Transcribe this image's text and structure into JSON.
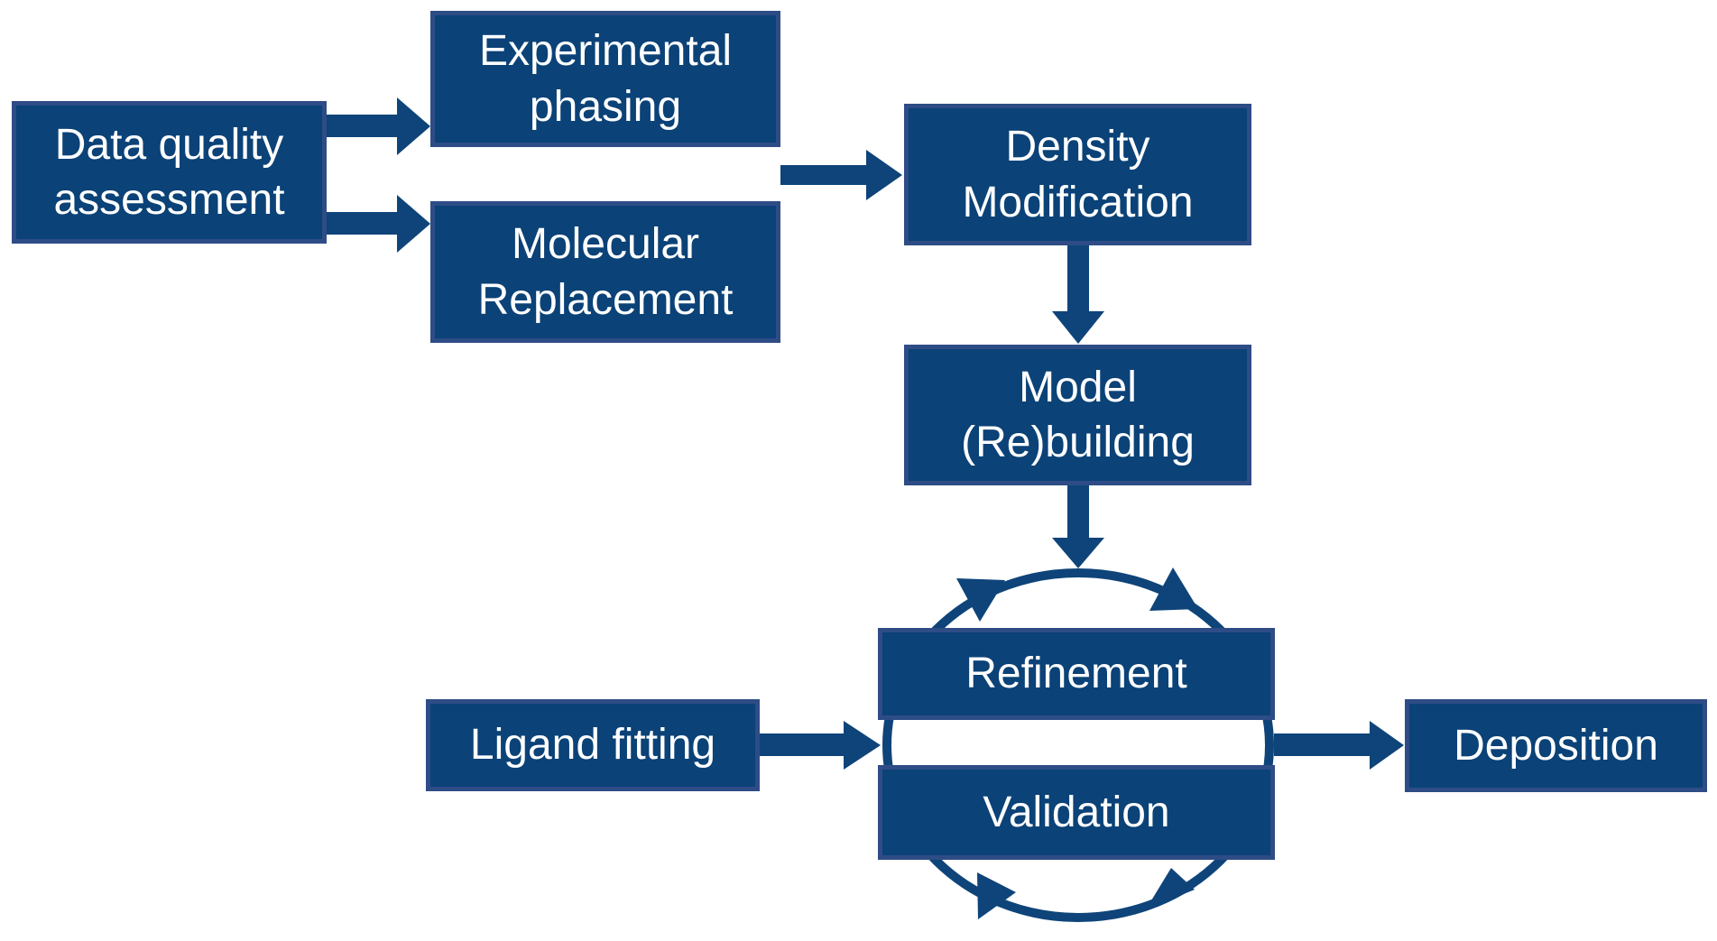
{
  "diagram": {
    "description": "Crystallography structure solution workflow flowchart",
    "nodes": {
      "data_quality": {
        "label": "Data quality\nassessment"
      },
      "experimental_phasing": {
        "label": "Experimental\nphasing"
      },
      "molecular_replacement": {
        "label": "Molecular\nReplacement"
      },
      "density_modification": {
        "label": "Density\nModification"
      },
      "model_rebuilding": {
        "label": "Model\n(Re)building"
      },
      "refinement": {
        "label": "Refinement"
      },
      "validation": {
        "label": "Validation"
      },
      "ligand_fitting": {
        "label": "Ligand fitting"
      },
      "deposition": {
        "label": "Deposition"
      }
    },
    "edges": [
      {
        "from": "data_quality",
        "to": "experimental_phasing",
        "style": "block-arrow"
      },
      {
        "from": "data_quality",
        "to": "molecular_replacement",
        "style": "block-arrow"
      },
      {
        "from": "experimental_phasing / molecular_replacement",
        "to": "density_modification",
        "style": "block-arrow"
      },
      {
        "from": "density_modification",
        "to": "model_rebuilding",
        "style": "block-arrow"
      },
      {
        "from": "model_rebuilding",
        "to": "refinement_validation_cycle",
        "style": "block-arrow"
      },
      {
        "from": "ligand_fitting",
        "to": "refinement_validation_cycle",
        "style": "block-arrow"
      },
      {
        "from": "refinement_validation_cycle",
        "to": "deposition",
        "style": "block-arrow"
      }
    ],
    "cycle": {
      "members": [
        "refinement",
        "validation"
      ],
      "direction": "clockwise",
      "arrowhead_count": 4
    }
  },
  "colors": {
    "background": "#ffffff",
    "box_fill": "#0b4277",
    "box_border": "#2e4c86",
    "arrow": "#0e4479",
    "text": "#ffffff"
  }
}
